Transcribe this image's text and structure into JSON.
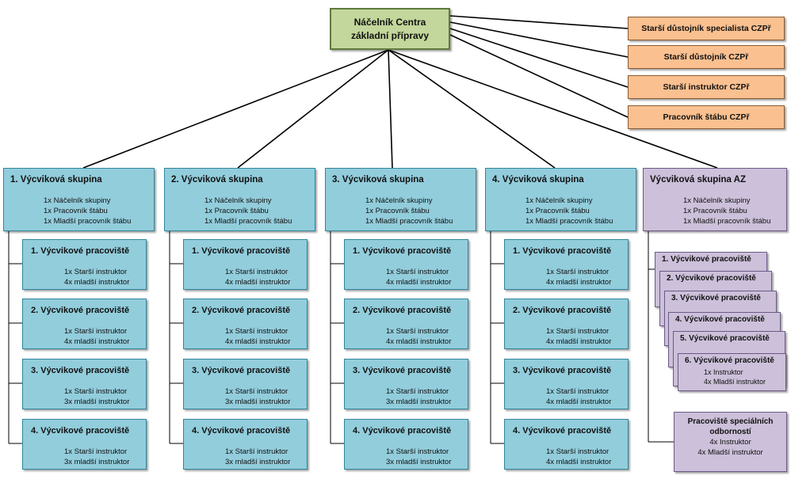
{
  "root": {
    "line1": "Náčelník Centra",
    "line2": "základní přípravy"
  },
  "staff": [
    "Starší důstojník specialista  CZPř",
    "Starší důstojník CZPř",
    "Starší instruktor CZPř",
    "Pracovník štábu CZPř"
  ],
  "groups": [
    {
      "title": "1. Výcviková skupina",
      "lines": [
        "1x Náčelník skupiny",
        "1x Pracovník štábu",
        "1x Mladší pracovník štábu"
      ],
      "workstations": [
        {
          "title": "1. Výcvikové pracoviště",
          "lines": [
            "1x Starší instruktor",
            "4x mladší instruktor"
          ]
        },
        {
          "title": "2. Výcvikové pracoviště",
          "lines": [
            "1x Starší instruktor",
            "4x mladší instruktor"
          ]
        },
        {
          "title": "3. Výcvikové pracoviště",
          "lines": [
            "1x Starší instruktor",
            "3x mladší instruktor"
          ]
        },
        {
          "title": "4. Výcvikové pracoviště",
          "lines": [
            "1x Starší instruktor",
            "3x mladší instruktor"
          ]
        }
      ]
    },
    {
      "title": "2. Výcviková skupina",
      "lines": [
        "1x Náčelník skupiny",
        "1x Pracovník štábu",
        "1x Mladší pracovník štábu"
      ],
      "workstations": [
        {
          "title": "1. Výcvikové pracoviště",
          "lines": [
            "1x Starší instruktor",
            "4x mladší instruktor"
          ]
        },
        {
          "title": "2. Výcvikové pracoviště",
          "lines": [
            "1x Starší instruktor",
            "4x mladší instruktor"
          ]
        },
        {
          "title": "3. Výcvikové pracoviště",
          "lines": [
            "1x Starší instruktor",
            "3x mladší instruktor"
          ]
        },
        {
          "title": "4. Výcvikové pracoviště",
          "lines": [
            "1x Starší instruktor",
            "3x mladší instruktor"
          ]
        }
      ]
    },
    {
      "title": "3. Výcviková skupina",
      "lines": [
        "1x Náčelník skupiny",
        "1x Pracovník štábu",
        "1x Mladší pracovník štábu"
      ],
      "workstations": [
        {
          "title": "1. Výcvikové pracoviště",
          "lines": [
            "1x Starší instruktor",
            "4x mladší instruktor"
          ]
        },
        {
          "title": "2. Výcvikové pracoviště",
          "lines": [
            "1x Starší instruktor",
            "4x mladší instruktor"
          ]
        },
        {
          "title": "3. Výcvikové pracoviště",
          "lines": [
            "1x Starší instruktor",
            "3x mladší instruktor"
          ]
        },
        {
          "title": "4. Výcvikové pracoviště",
          "lines": [
            "1x Starší instruktor",
            "3x mladší instruktor"
          ]
        }
      ]
    },
    {
      "title": "4. Výcviková skupina",
      "lines": [
        "1x Náčelník skupiny",
        "1x Pracovník štábu",
        "1x Mladší pracovník štábu"
      ],
      "workstations": [
        {
          "title": "1. Výcvikové pracoviště",
          "lines": [
            "1x Starší instruktor",
            "4x mladší instruktor"
          ]
        },
        {
          "title": "2. Výcvikové pracoviště",
          "lines": [
            "1x Starší instruktor",
            "4x mladší instruktor"
          ]
        },
        {
          "title": "3. Výcvikové pracoviště",
          "lines": [
            "1x Starší instruktor",
            "4x mladší instruktor"
          ]
        },
        {
          "title": "4. Výcvikové pracoviště",
          "lines": [
            "1x Starší instruktor",
            "4x mladší instruktor"
          ]
        }
      ]
    }
  ],
  "az": {
    "title": "Výcviková skupina AZ",
    "lines": [
      "1x Náčelník skupiny",
      "1x Pracovník štábu",
      "1x Mladší pracovník štábu"
    ],
    "stack": [
      "1. Výcvikové pracoviště",
      "2. Výcvikové pracoviště",
      "3. Výcvikové pracoviště",
      "4. Výcvikové pracoviště",
      "5. Výcvikové pracoviště",
      "6. Výcvikové pracoviště"
    ],
    "stack_last_lines": [
      "1x Instruktor",
      "4x Mladší instruktor"
    ],
    "special": {
      "title1": "Pracoviště speciálních",
      "title2": "odborností",
      "lines": [
        "4x Instruktor",
        "4x Mladší instruktor"
      ]
    }
  },
  "colors": {
    "root": "#c3d69b",
    "staff": "#fac090",
    "group": "#92cddc",
    "az": "#ccc0da",
    "line": "#000000"
  }
}
